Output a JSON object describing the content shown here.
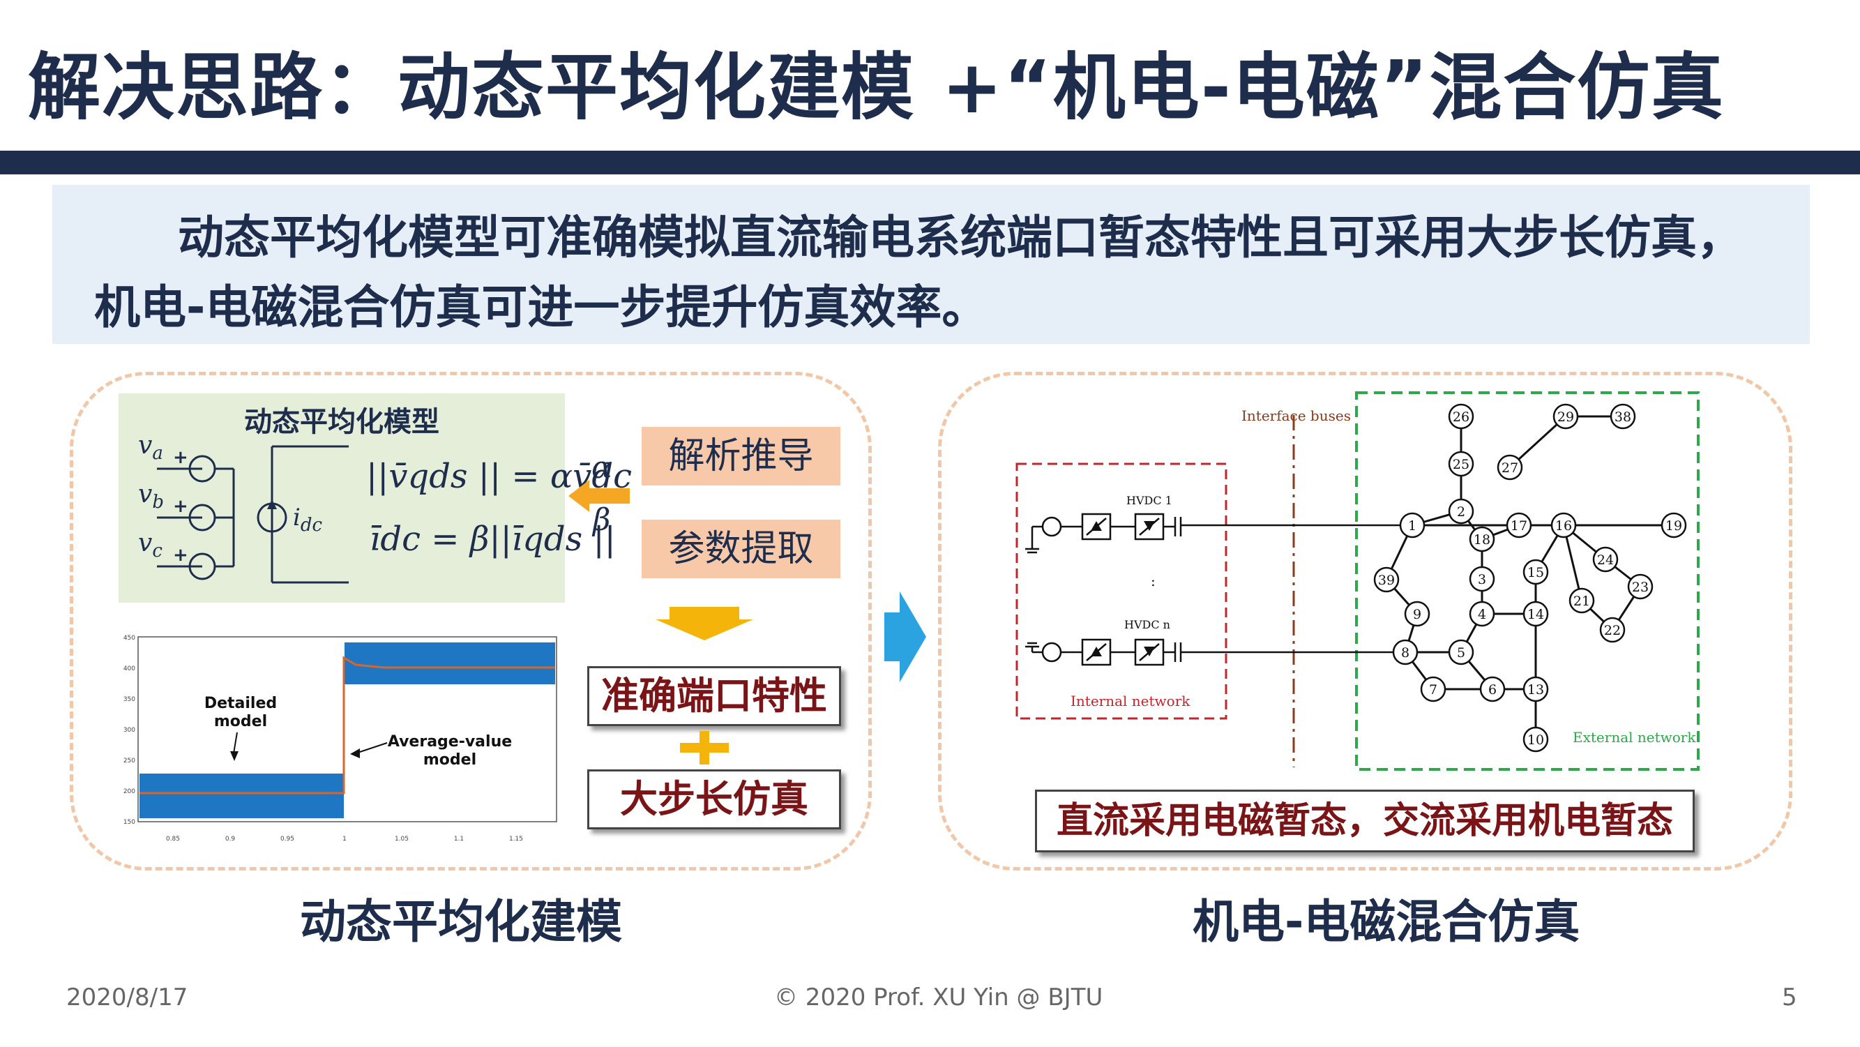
{
  "title": "解决思路：动态平均化建模 +“机电-电磁”混合仿真",
  "summary": {
    "line1": "动态平均化模型可准确模拟直流输电系统端口暂态特性且可采用大步长仿真，",
    "line2": "机电-电磁混合仿真可进一步提升仿真效率。"
  },
  "left_panel": {
    "model_title": "动态平均化模型",
    "voltages": [
      "v",
      "v",
      "v"
    ],
    "voltage_subs": [
      "a",
      "b",
      "c"
    ],
    "current": "i",
    "current_sub": "dc",
    "eq1": "||v̄qds || = αv̄dc",
    "eq2": "īdc = β||īqds ||",
    "alpha": "α",
    "beta": "β",
    "btn_derivation": "解析推导",
    "btn_extraction": "参数提取",
    "result_accurate": "准确端口特性",
    "result_large_step": "大步长仿真",
    "caption": "动态平均化建模"
  },
  "plot": {
    "label_detailed": "Detailed\nmodel",
    "label_average": "Average-value\nmodel",
    "y_ticks": [
      "450",
      "400",
      "350",
      "300",
      "250",
      "200",
      "150"
    ],
    "x_ticks": [
      "0.85",
      "0.9",
      "0.95",
      "1",
      "1.05",
      "1.1",
      "1.15"
    ],
    "colors": {
      "band": "#1f77c4",
      "line": "#d9652a"
    }
  },
  "right_panel": {
    "interface_label": "Interface buses",
    "hvdc1": "HVDC 1",
    "hvdcn": "HVDC n",
    "internal_label": "Internal network",
    "external_label": "External network",
    "banner": "直流采用电磁暂态，交流采用机电暂态",
    "caption": "机电-电磁混合仿真",
    "bus_numbers": [
      "26",
      "29",
      "38",
      "25",
      "27",
      "2",
      "1",
      "17",
      "16",
      "19",
      "18",
      "24",
      "3",
      "15",
      "23",
      "39",
      "21",
      "22",
      "9",
      "4",
      "14",
      "8",
      "5",
      "7",
      "6",
      "13",
      "10"
    ]
  },
  "footer": {
    "date": "2020/8/17",
    "copyright": "© 2020 Prof. XU Yin @ BJTU",
    "page": "5"
  }
}
